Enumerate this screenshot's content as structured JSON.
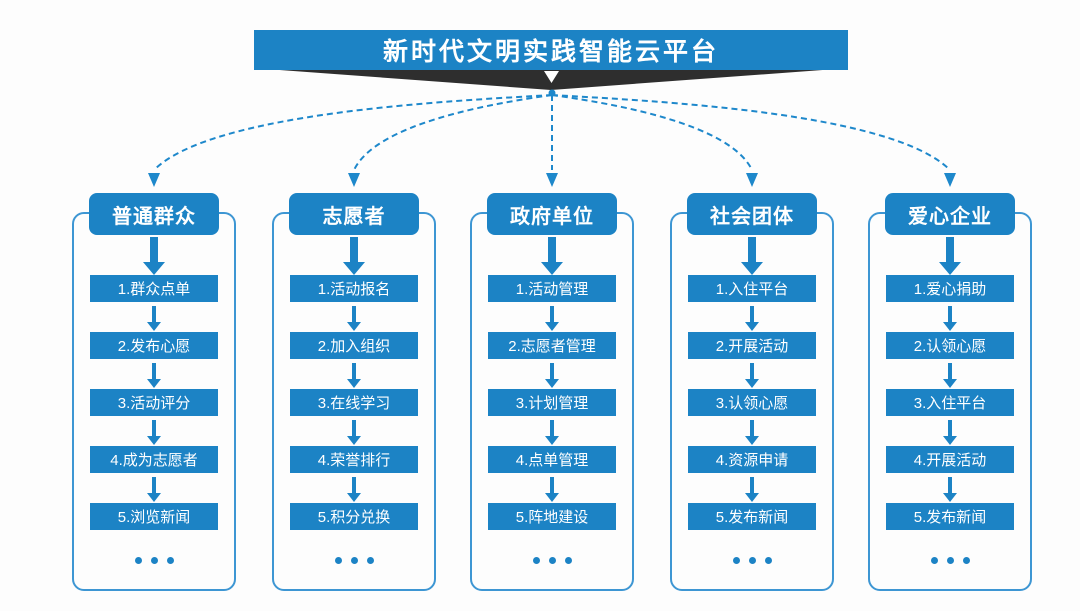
{
  "title": "新时代文明实践智能云平台",
  "ellipsis": "...",
  "colors": {
    "primary": "#1c83c5",
    "outline": "#3d96d3",
    "dash": "#1e88cb",
    "ribbon": "#2e2e2e",
    "background": "#fdfdfd",
    "text_on_primary": "#ffffff"
  },
  "columns": [
    {
      "header": "普通群众",
      "items": [
        "1.群众点单",
        "2.发布心愿",
        "3.活动评分",
        "4.成为志愿者",
        "5.浏览新闻"
      ]
    },
    {
      "header": "志愿者",
      "items": [
        "1.活动报名",
        "2.加入组织",
        "3.在线学习",
        "4.荣誉排行",
        "5.积分兑换"
      ]
    },
    {
      "header": "政府单位",
      "items": [
        "1.活动管理",
        "2.志愿者管理",
        "3.计划管理",
        "4.点单管理",
        "5.阵地建设"
      ]
    },
    {
      "header": "社会团体",
      "items": [
        "1.入住平台",
        "2.开展活动",
        "3.认领心愿",
        "4.资源申请",
        "5.发布新闻"
      ]
    },
    {
      "header": "爱心企业",
      "items": [
        "1.爱心捐助",
        "2.认领心愿",
        "3.入住平台",
        "4.开展活动",
        "5.发布新闻"
      ]
    }
  ]
}
